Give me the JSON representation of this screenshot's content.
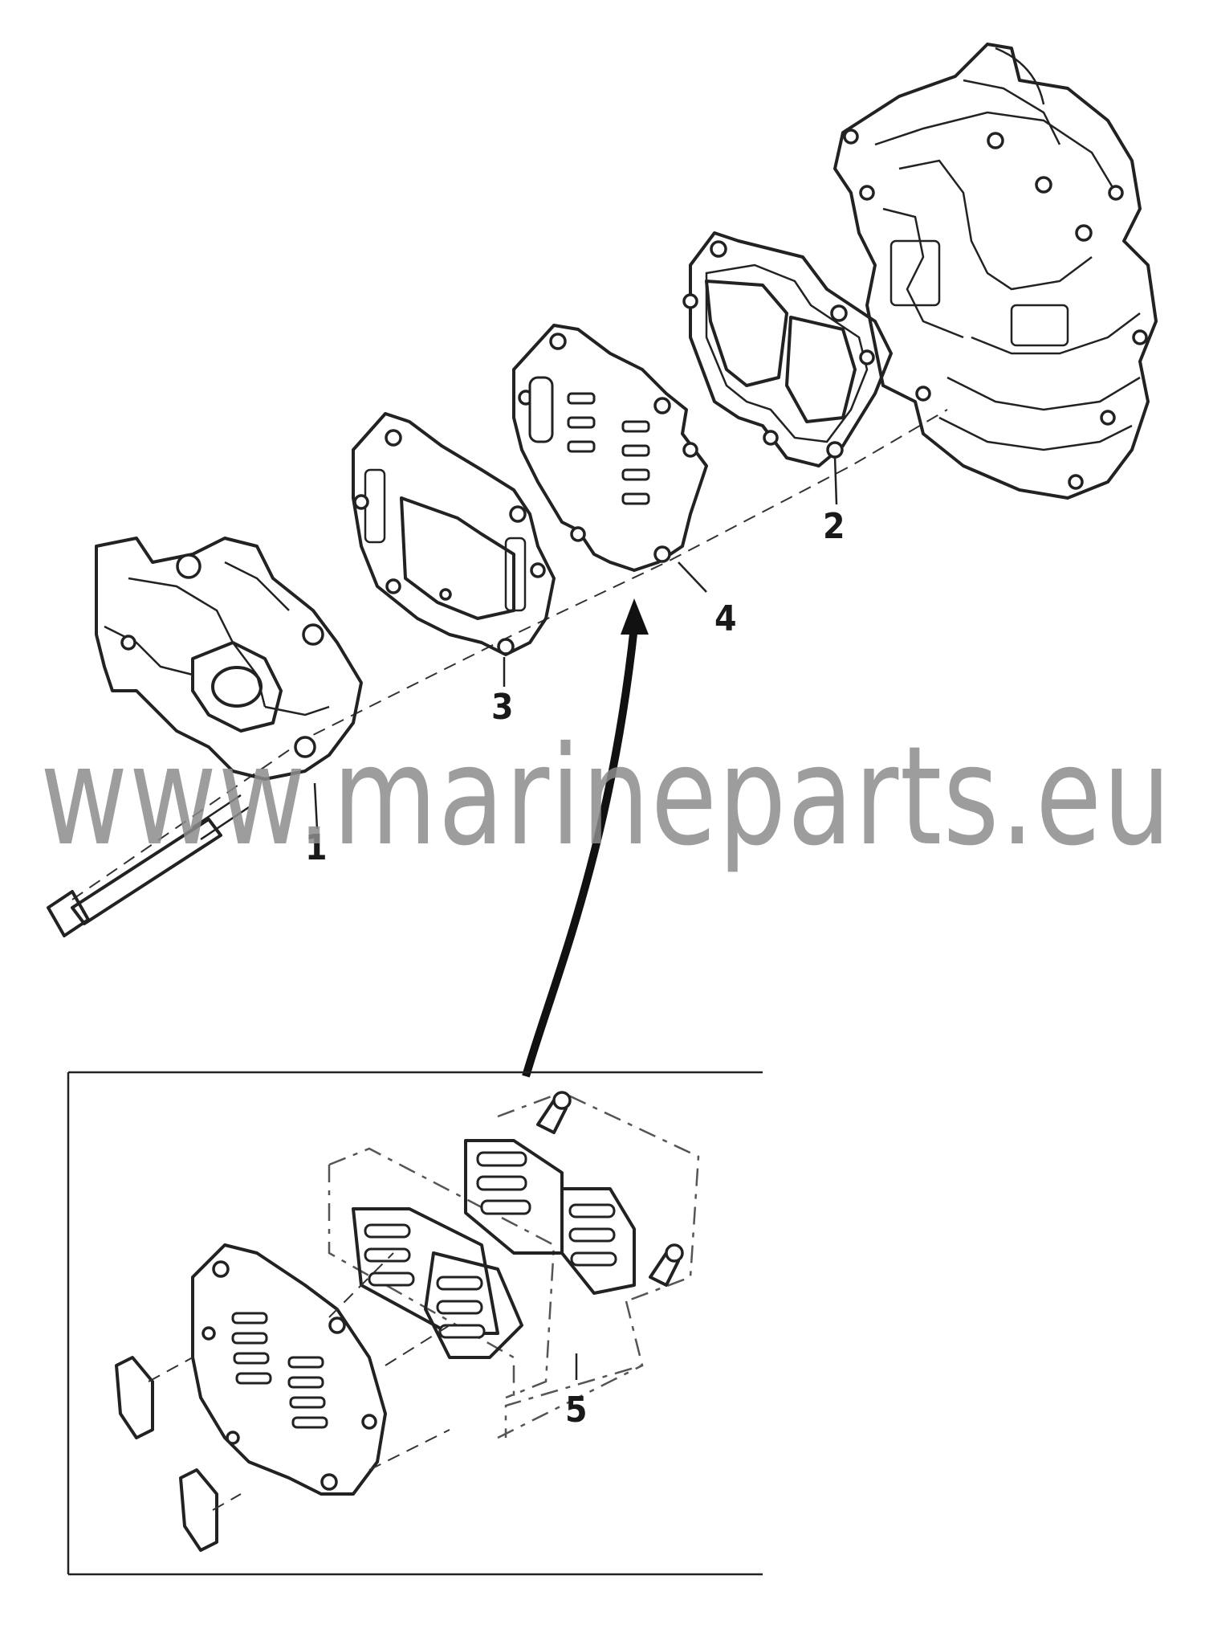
{
  "watermark": "www.marineparts.eu",
  "callouts": {
    "c1": "1",
    "c2": "2",
    "c3": "3",
    "c4": "4",
    "c5": "5"
  },
  "colors": {
    "ink": "#222222",
    "watermark": "#8c8c8c",
    "background": "#ffffff"
  }
}
